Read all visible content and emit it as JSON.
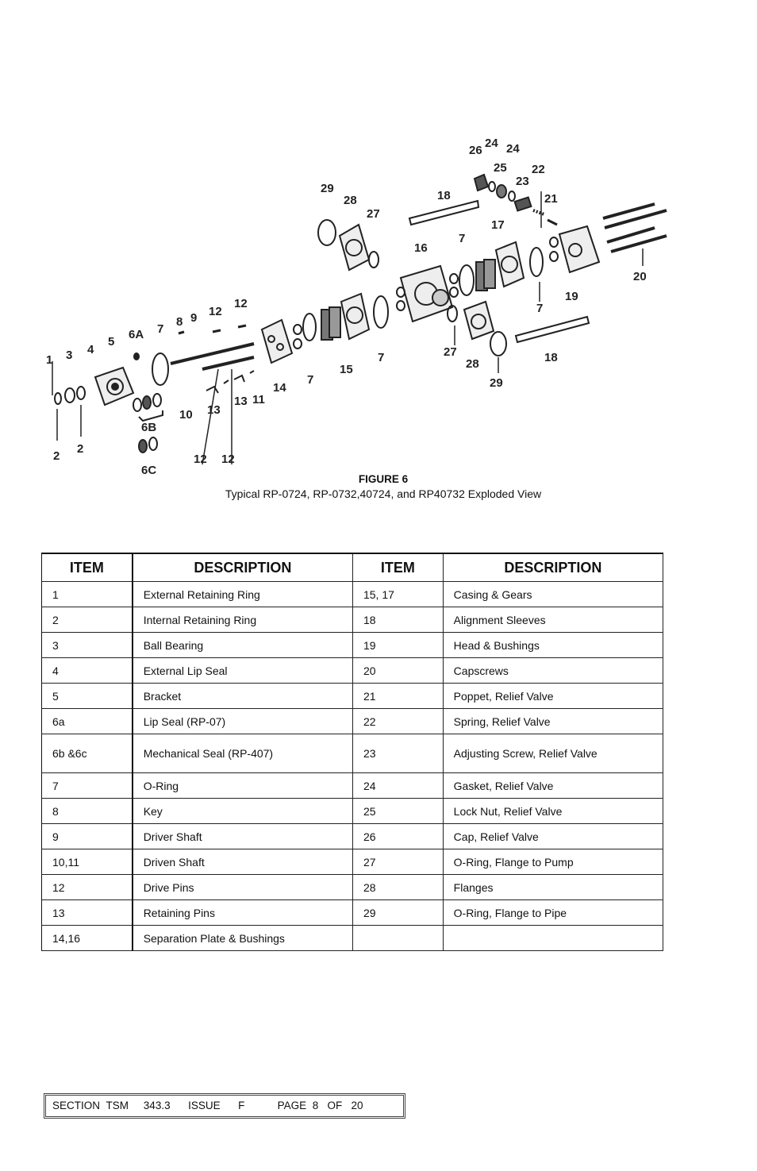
{
  "figure": {
    "title": "FIGURE 6",
    "subtitle": "Typical RP-0724, RP-0732,40724, and RP40732 Exploded View",
    "callouts": [
      "1",
      "2",
      "2",
      "3",
      "4",
      "5",
      "6A",
      "6B",
      "6C",
      "7",
      "8",
      "9",
      "10",
      "11",
      "12",
      "12",
      "12",
      "12",
      "13",
      "13",
      "14",
      "15",
      "16",
      "17",
      "18",
      "18",
      "19",
      "20",
      "21",
      "22",
      "23",
      "24",
      "24",
      "25",
      "26",
      "27",
      "27",
      "28",
      "28",
      "29",
      "29",
      "7",
      "7",
      "7",
      "7"
    ]
  },
  "parts_table": {
    "headers": [
      "ITEM",
      "DESCRIPTION",
      "ITEM",
      "DESCRIPTION"
    ],
    "rows": [
      [
        "1",
        "External Retaining Ring",
        "15, 17",
        "Casing & Gears"
      ],
      [
        "2",
        "Internal Retaining Ring",
        "18",
        "Alignment Sleeves"
      ],
      [
        "3",
        "Ball Bearing",
        "19",
        "Head & Bushings"
      ],
      [
        "4",
        "External Lip Seal",
        "20",
        "Capscrews"
      ],
      [
        "5",
        "Bracket",
        "21",
        "Poppet, Relief Valve"
      ],
      [
        "6a",
        "Lip Seal (RP-07)",
        "22",
        "Spring, Relief Valve"
      ],
      [
        "6b &6c",
        "Mechanical Seal (RP-407)",
        "23",
        "Adjusting Screw, Relief Valve"
      ],
      [
        "7",
        "O-Ring",
        "24",
        "Gasket, Relief Valve"
      ],
      [
        "8",
        "Key",
        "25",
        "Lock Nut, Relief Valve"
      ],
      [
        "9",
        "Driver Shaft",
        "26",
        "Cap, Relief Valve"
      ],
      [
        "10,11",
        "Driven Shaft",
        "27",
        "O-Ring, Flange to Pump"
      ],
      [
        "12",
        "Drive Pins",
        "28",
        "Flanges"
      ],
      [
        "13",
        "Retaining Pins",
        "29",
        "O-Ring, Flange to Pipe"
      ],
      [
        "14,16",
        "Separation Plate & Bushings",
        "",
        ""
      ]
    ]
  },
  "footer": {
    "section_label": "SECTION",
    "section_value": "TSM",
    "number": "343.3",
    "issue_label": "ISSUE",
    "issue_value": "F",
    "page_label": "PAGE",
    "page_value": "8",
    "of_label": "OF",
    "of_value": "20"
  }
}
